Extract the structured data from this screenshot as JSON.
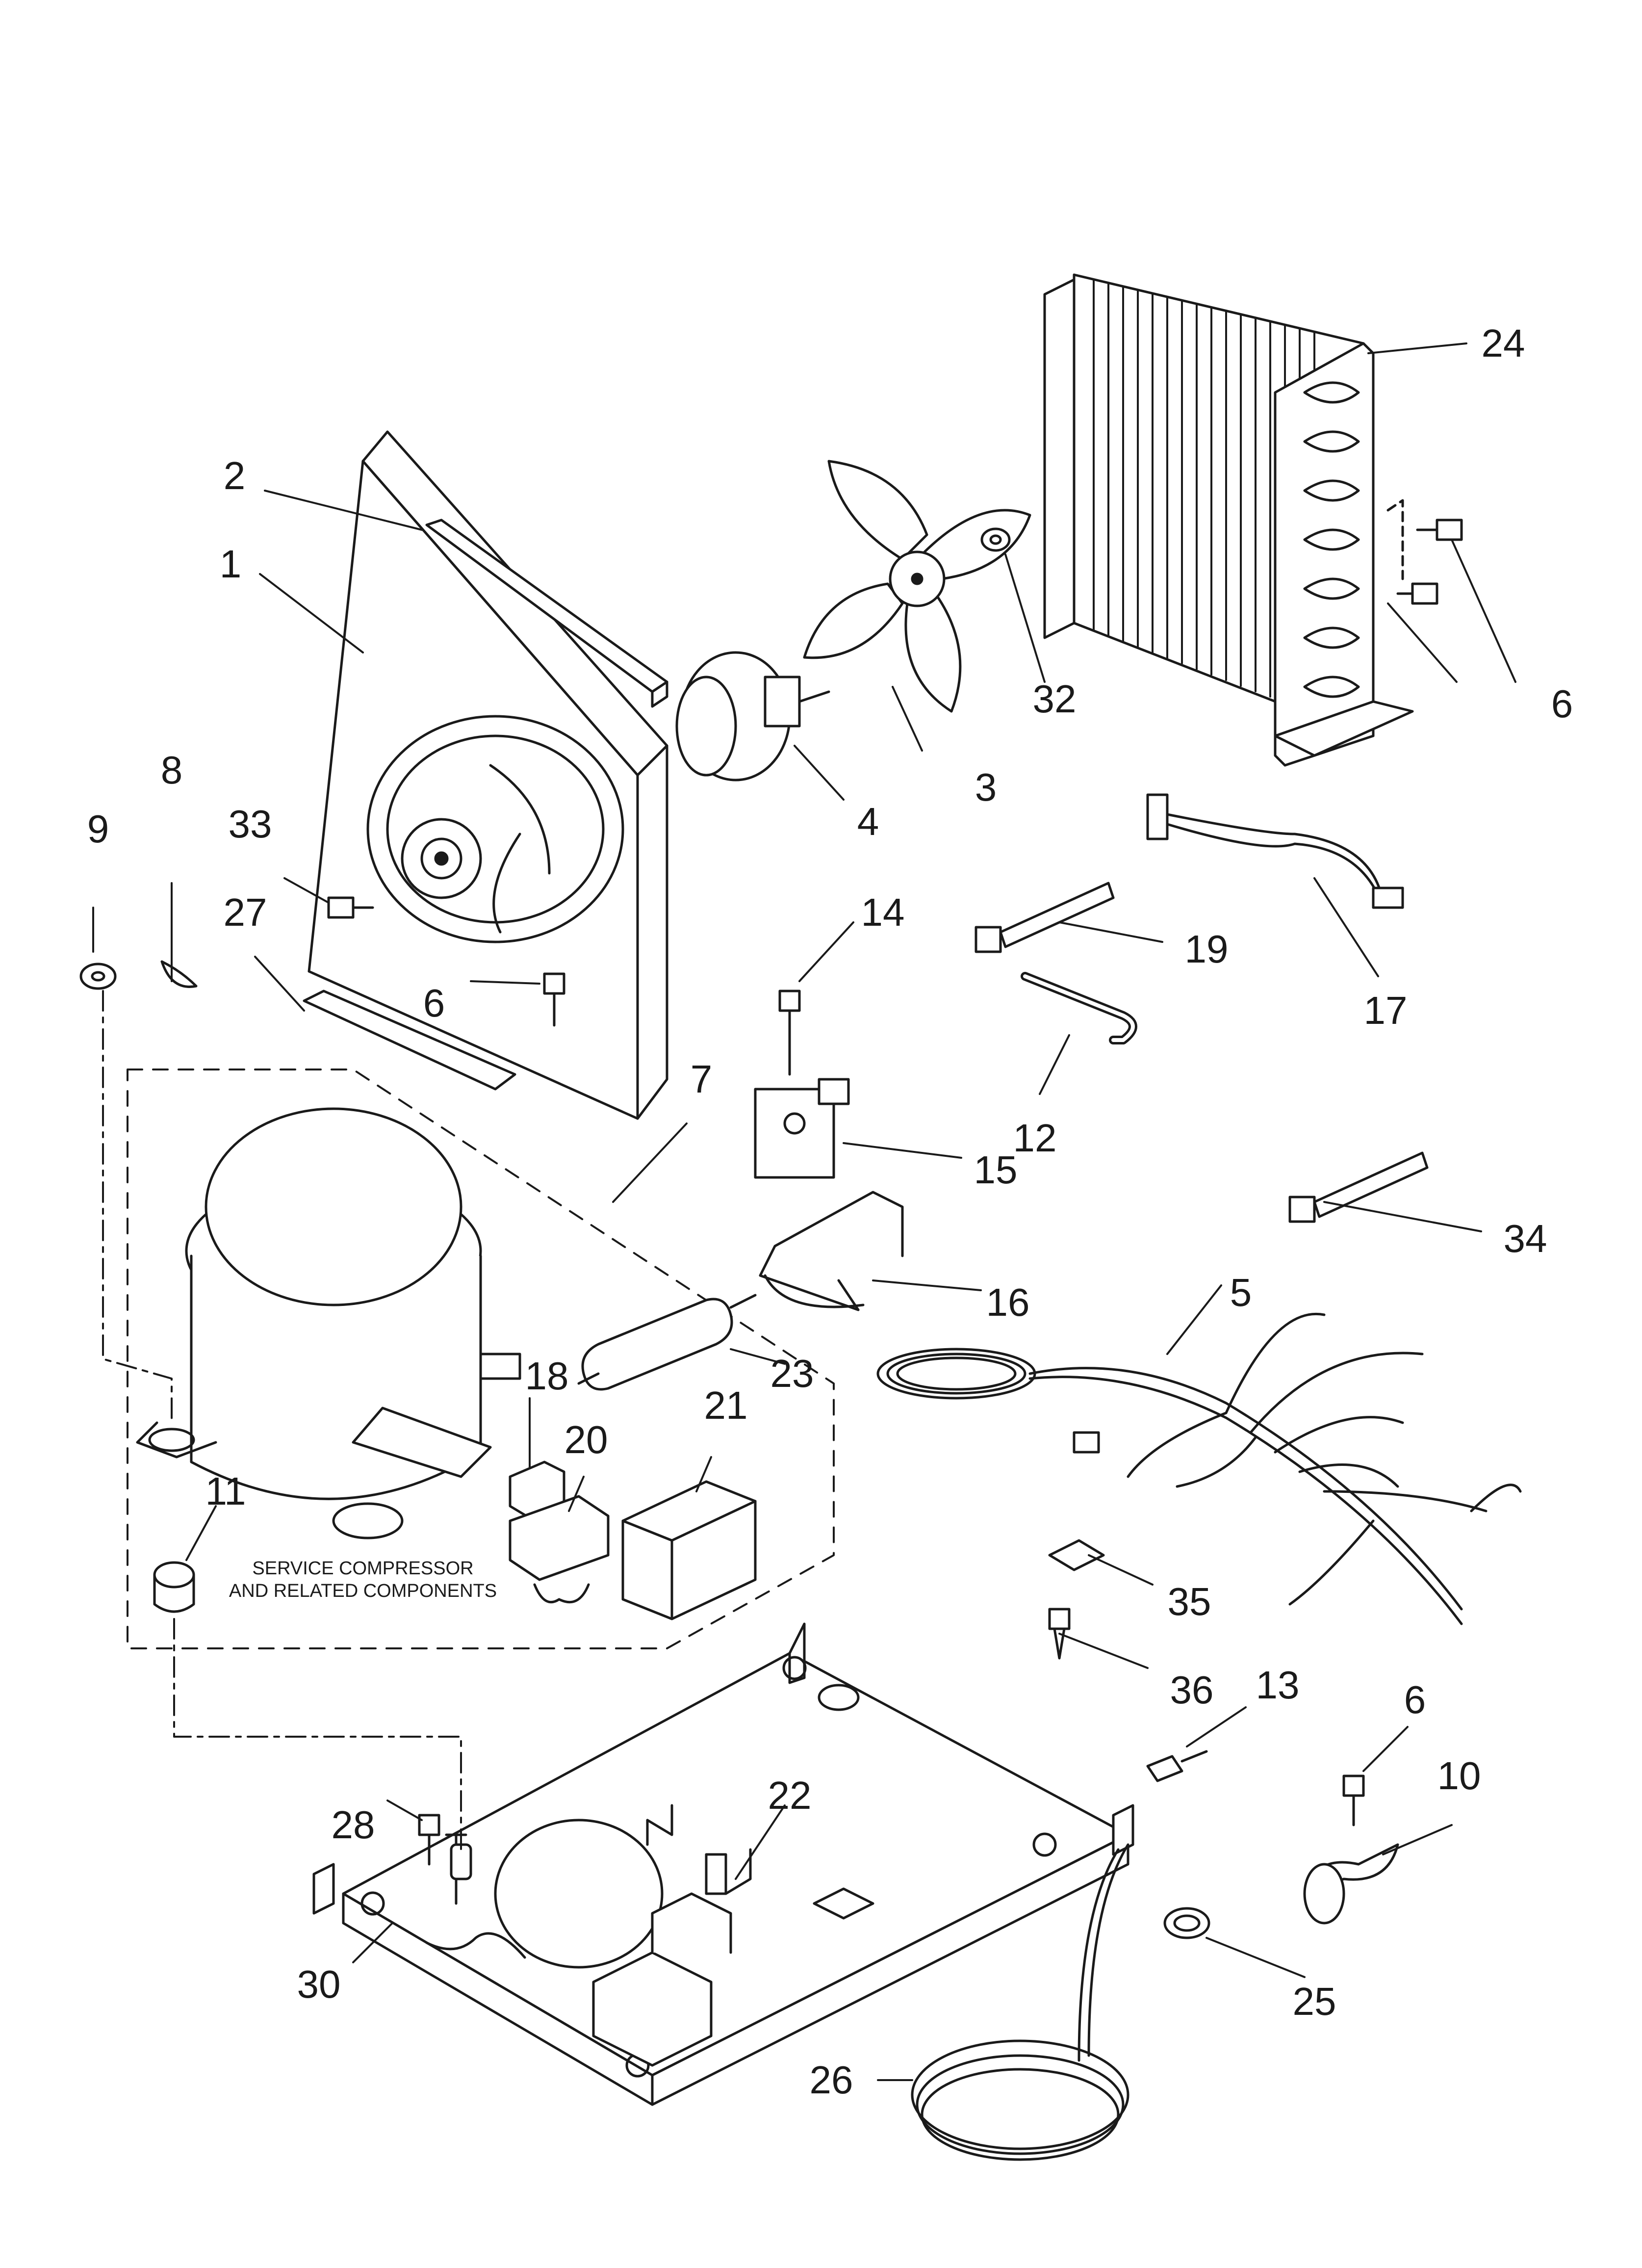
{
  "callouts": {
    "c1": "1",
    "c2": "2",
    "c3": "3",
    "c4": "4",
    "c5": "5",
    "c6a": "6",
    "c6b": "6",
    "c6c": "6",
    "c7": "7",
    "c8": "8",
    "c9": "9",
    "c10": "10",
    "c11": "11",
    "c12": "12",
    "c13": "13",
    "c14": "14",
    "c15": "15",
    "c16": "16",
    "c17": "17",
    "c18": "18",
    "c19": "19",
    "c20": "20",
    "c21": "21",
    "c22": "22",
    "c23": "23",
    "c24": "24",
    "c25": "25",
    "c26": "26",
    "c27": "27",
    "c28": "28",
    "c30": "30",
    "c32": "32",
    "c33": "33",
    "c34": "34",
    "c35": "35",
    "c36": "36"
  },
  "note": {
    "line1": "SERVICE COMPRESSOR",
    "line2": "AND RELATED COMPONENTS"
  }
}
